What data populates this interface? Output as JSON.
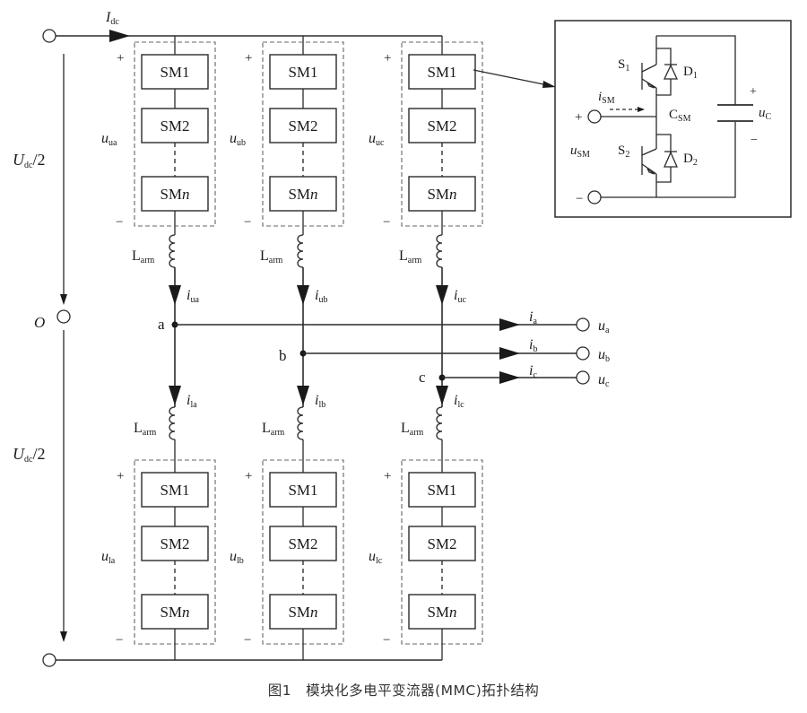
{
  "figure": {
    "caption": "图1　模块化多电平变流器(MMC)拓扑结构",
    "dc_current": {
      "sym": "I",
      "sub": "dc"
    },
    "dc_half_voltage_top": {
      "sym": "U",
      "sub": "dc",
      "tail": "/2"
    },
    "dc_half_voltage_bottom": {
      "sym": "U",
      "sub": "dc",
      "tail": "/2"
    },
    "midpoint_label": "O",
    "plus_sign": "+",
    "minus_sign": "−",
    "submodules": {
      "sm1": "SM1",
      "sm2": "SM2",
      "smn_prefix": "SM",
      "smn_suffix": "n"
    },
    "arm_inductor": {
      "sym": "L",
      "sub": "arm"
    },
    "phases": [
      {
        "node": "a",
        "upper_voltage_sub": "ua",
        "lower_voltage_sub": "la",
        "upper_current_sub": "ua",
        "lower_current_sub": "la",
        "out_current_sub": "a",
        "out_voltage_sub": "a"
      },
      {
        "node": "b",
        "upper_voltage_sub": "ub",
        "lower_voltage_sub": "lb",
        "upper_current_sub": "ub",
        "lower_current_sub": "lb",
        "out_current_sub": "b",
        "out_voltage_sub": "b"
      },
      {
        "node": "c",
        "upper_voltage_sub": "uc",
        "lower_voltage_sub": "lc",
        "upper_current_sub": "uc",
        "lower_current_sub": "lc",
        "out_current_sub": "c",
        "out_voltage_sub": "c"
      }
    ],
    "voltage_symbol": "u",
    "current_symbol": "i",
    "submodule_detail": {
      "switch1": {
        "sym": "S",
        "sub": "1"
      },
      "switch2": {
        "sym": "S",
        "sub": "2"
      },
      "diode1": {
        "sym": "D",
        "sub": "1"
      },
      "diode2": {
        "sym": "D",
        "sub": "2"
      },
      "capacitor": {
        "sym": "C",
        "sub": "SM"
      },
      "sm_current": {
        "sym": "i",
        "sub": "SM"
      },
      "sm_voltage": {
        "sym": "u",
        "sub": "SM"
      },
      "cap_voltage": {
        "sym": "u",
        "sub": "C"
      },
      "plus": "+",
      "minus": "−"
    }
  }
}
